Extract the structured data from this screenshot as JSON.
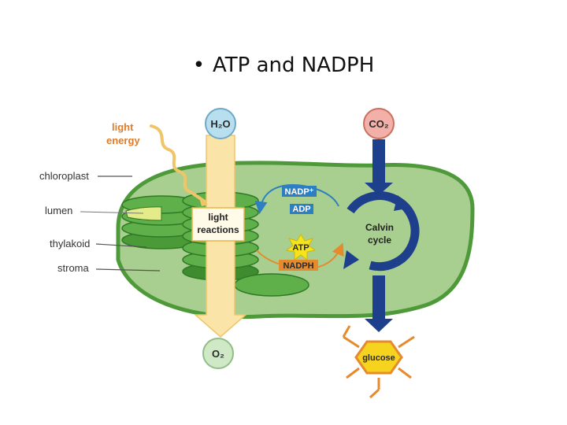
{
  "slide": {
    "bullet": "•",
    "title": "ATP and NADPH"
  },
  "diagram": {
    "side_labels": {
      "light_energy_line1": "light",
      "light_energy_line2": "energy",
      "chloroplast": "chloroplast",
      "lumen": "lumen",
      "thylakoid": "thylakoid",
      "stroma": "stroma"
    },
    "molecules": {
      "h2o": "H₂O",
      "co2": "CO₂",
      "o2": "O₂",
      "glucose": "glucose"
    },
    "light_reactions": {
      "line1": "light",
      "line2": "reactions"
    },
    "calvin_cycle": {
      "line1": "Calvin",
      "line2": "cycle"
    },
    "carriers": {
      "nadp_plus": "NADP⁺",
      "adp": "ADP",
      "atp": "ATP",
      "nadph": "NADPH"
    },
    "colors": {
      "chloroplast_fill": "#a8cf8f",
      "chloroplast_border": "#4e9a3a",
      "thylakoid": "#5fb04a",
      "lumen": "#e4ec8a",
      "light_arrow": "#fbe4a8",
      "calvin_arrow": "#1e3f8c",
      "blue_box": "#2d7fc1",
      "orange_box": "#e68a2e",
      "atp_star": "#f5e31b",
      "glucose": "#f6d31e",
      "h2o_circle": "#b8dff0",
      "co2_circle": "#f2b0a8"
    }
  }
}
